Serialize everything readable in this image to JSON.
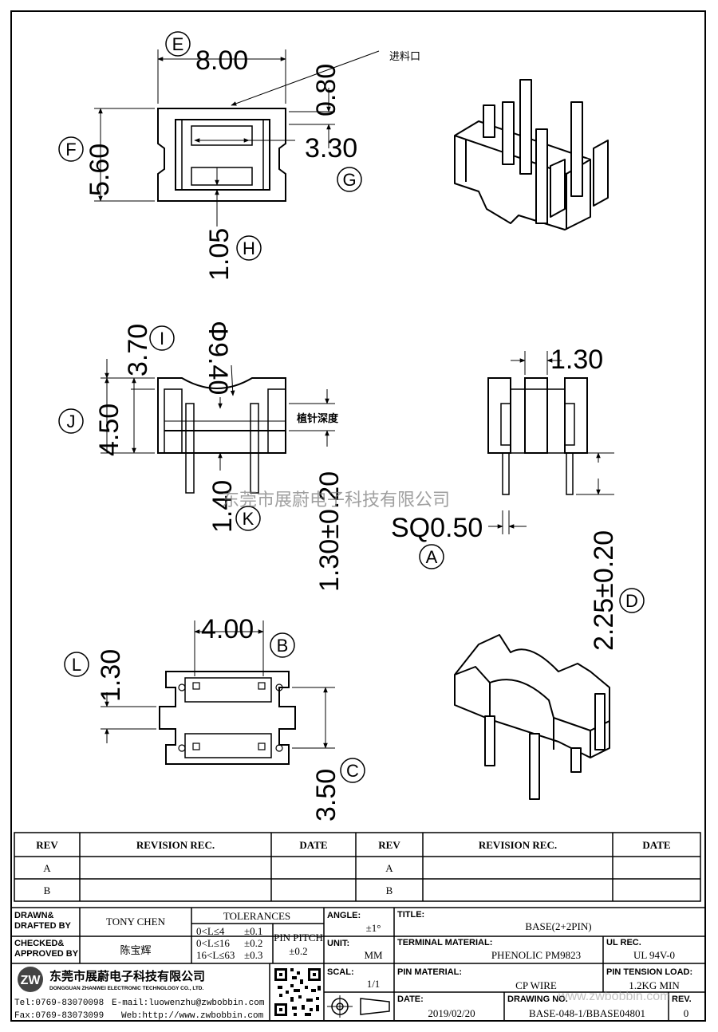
{
  "views": {
    "top": {
      "dim_width": "8.00",
      "letter_width": "E",
      "dim_height": "5.60",
      "letter_height": "F",
      "dim_wall": "0.80",
      "dim_inner": "3.30",
      "letter_inner": "G",
      "dim_slot": "1.05",
      "letter_slot": "H",
      "gate_label": "进料口"
    },
    "front": {
      "dim_top": "3.70",
      "letter_top": "I",
      "dim_dia": "Φ9.40",
      "dim_height": "4.50",
      "letter_height": "J",
      "dim_pin_spacing": "1.40",
      "letter_pin_spacing": "K",
      "dim_insert": "1.30±0.20",
      "insert_label": "植针深度",
      "watermark": "东莞市展蔚电子科技有限公司"
    },
    "side": {
      "dim_slot": "1.30",
      "dim_pin": "SQ0.50",
      "letter_pin": "A",
      "dim_pin_length": "2.25±0.20",
      "letter_pin_length": "D"
    },
    "bottom": {
      "dim_pitch": "4.00",
      "letter_pitch": "B",
      "dim_gap": "1.30",
      "letter_gap": "L",
      "dim_row": "3.50",
      "letter_row": "C"
    }
  },
  "revision_table": {
    "headers": [
      "REV",
      "REVISION REC.",
      "DATE",
      "REV",
      "REVISION REC.",
      "DATE"
    ],
    "rows": [
      {
        "rev_left": "A",
        "rev_right": "A"
      },
      {
        "rev_left": "B",
        "rev_right": "B"
      }
    ]
  },
  "title_block": {
    "drawn_label": "DRAWN&\nDRAFTED BY",
    "drawn_value": "TONY CHEN",
    "checked_label": "CHECKED&\nAPPROVED BY",
    "checked_value": "陈宝辉",
    "tolerances_label": "TOLERANCES",
    "tol_rows": [
      {
        "range": "0<L≤4",
        "value": "±0.1"
      },
      {
        "range": "0<L≤16",
        "value": "±0.2"
      },
      {
        "range": "16<L≤63",
        "value": "±0.3"
      }
    ],
    "pin_pitch_label": "PIN PITCH",
    "pin_pitch_value": "±0.2",
    "angle_label": "ANGLE:",
    "angle_value": "±1°",
    "unit_label": "UNIT:",
    "unit_value": "MM",
    "scale_label": "SCAL:",
    "scale_value": "1/1",
    "title_label": "TITLE:",
    "title_value": "BASE(2+2PIN)",
    "terminal_label": "TERMINAL MATERIAL:",
    "terminal_value": "PHENOLIC PM9823",
    "ul_label": "UL REC.",
    "ul_value": "UL 94V-0",
    "pin_material_label": "PIN MATERIAL:",
    "pin_material_value": "CP WIRE",
    "tension_label": "PIN TENSION LOAD:",
    "tension_value": "1.2KG MIN",
    "date_label": "DATE:",
    "date_value": "2019/02/20",
    "drawing_label": "DRAWING NO.",
    "drawing_value": "BASE-048-1/BBASE04801",
    "rev_label": "REV.",
    "rev_value": "0",
    "company_cn": "东莞市展蔚电子科技有限公司",
    "company_en": "DONGGUAN ZHANWEI ELECTRONIC TECHNOLOGY CO., LTD.",
    "tel": "Tel:0769-83070098",
    "email": "E-mail:luowenzhu@zwbobbin.com",
    "fax": "Fax:0769-83073099",
    "web": "Web:http://www.zwbobbin.com",
    "watermark_url": "www.zwbobbin.com"
  }
}
